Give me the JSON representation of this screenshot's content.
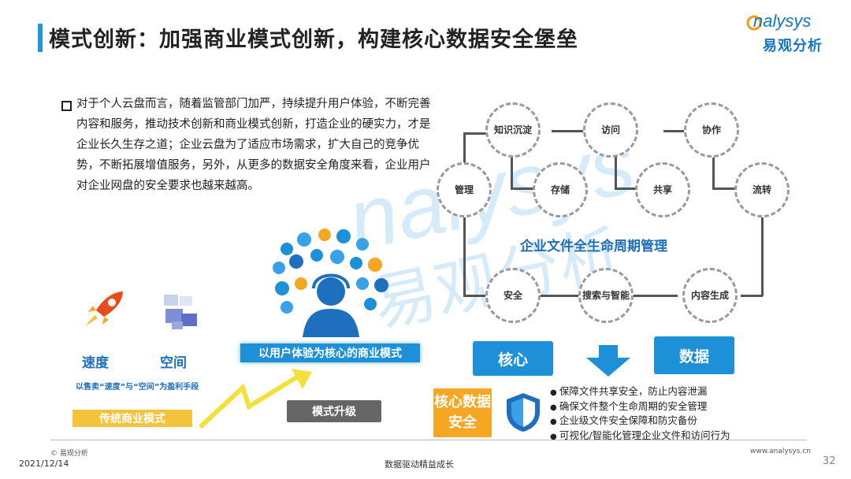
{
  "header": {
    "title": "模式创新：加强商业模式创新，构建核心数据安全堡垒",
    "logo_en": "nalysys",
    "logo_cn": "易观分析"
  },
  "body": {
    "paragraph": "对于个人云盘而言，随着监管部门加严，持续提升用户体验，不断完善内容和服务，推动技术创新和商业模式创新，打造企业的硬实力，才是企业长久生存之道；企业云盘为了适应市场需求，扩大自己的竞争优势，不断拓展增值服务，另外，从更多的数据安全角度来看，企业用户对企业网盘的安全要求也越来越高。"
  },
  "watermark": {
    "en": "nalysys",
    "cn": "易观分析"
  },
  "lifecycle": {
    "center_label": "企业文件全生命周期管理",
    "nodes": {
      "knowledge": "知识沉淀",
      "access": "访问",
      "collab": "协作",
      "manage": "管理",
      "storage": "存储",
      "share": "共享",
      "flow": "流转",
      "security": "安全",
      "search": "搜索与智能",
      "content": "内容生成"
    }
  },
  "core": {
    "core_label": "核心",
    "data_label": "数据",
    "core_sec_label": "核心数据安全",
    "items": [
      "保障文件共享安全，防止内容泄漏",
      "确保文件整个生命周期的安全管理",
      "企业级文件安全保障和防灾备份",
      "可视化/智能化管理企业文件和访问行为"
    ]
  },
  "model": {
    "speed": "速度",
    "space": "空间",
    "sub": "以售卖“速度”与“空间”为盈利手段",
    "traditional": "传统商业模式",
    "ux": "以用户体验为核心的商业模式",
    "upgrade": "模式升级"
  },
  "footer": {
    "copyright": "© 易观分析",
    "date": "2021/12/14",
    "slogan": "数据驱动精益成长",
    "url": "www.analysys.cn",
    "page": "32"
  }
}
